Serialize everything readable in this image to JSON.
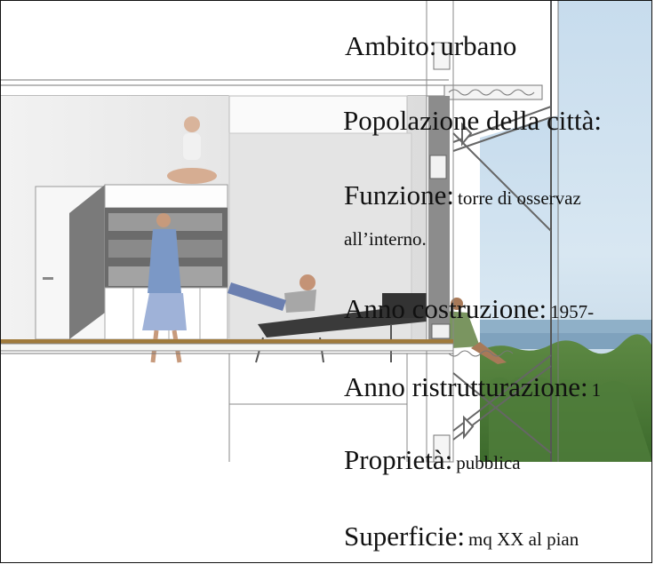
{
  "sheet": {
    "ambito_label": "Ambito:",
    "ambito_value": "urbano",
    "popolazione_label": "Popolazione della città:",
    "funzione_label": "Funzione:",
    "funzione_value": "torre di osservaz",
    "funzione_cont": "all’interno.",
    "anno_costr_label": "Anno costruzione:",
    "anno_costr_value": "1957-",
    "anno_ristr_label": "Anno ristrutturazione:",
    "anno_ristr_value": "1",
    "proprieta_label": "Proprietà:",
    "proprieta_value": "pubblica",
    "superficie_label": "Superficie:",
    "superficie_value": "mq XX al pian"
  },
  "colors": {
    "sky": "#cfe0ee",
    "sea": "#7fa2bd",
    "trees": "#4d7a3a",
    "floor": "#a07a3c",
    "wall": "#e9e9e9"
  }
}
